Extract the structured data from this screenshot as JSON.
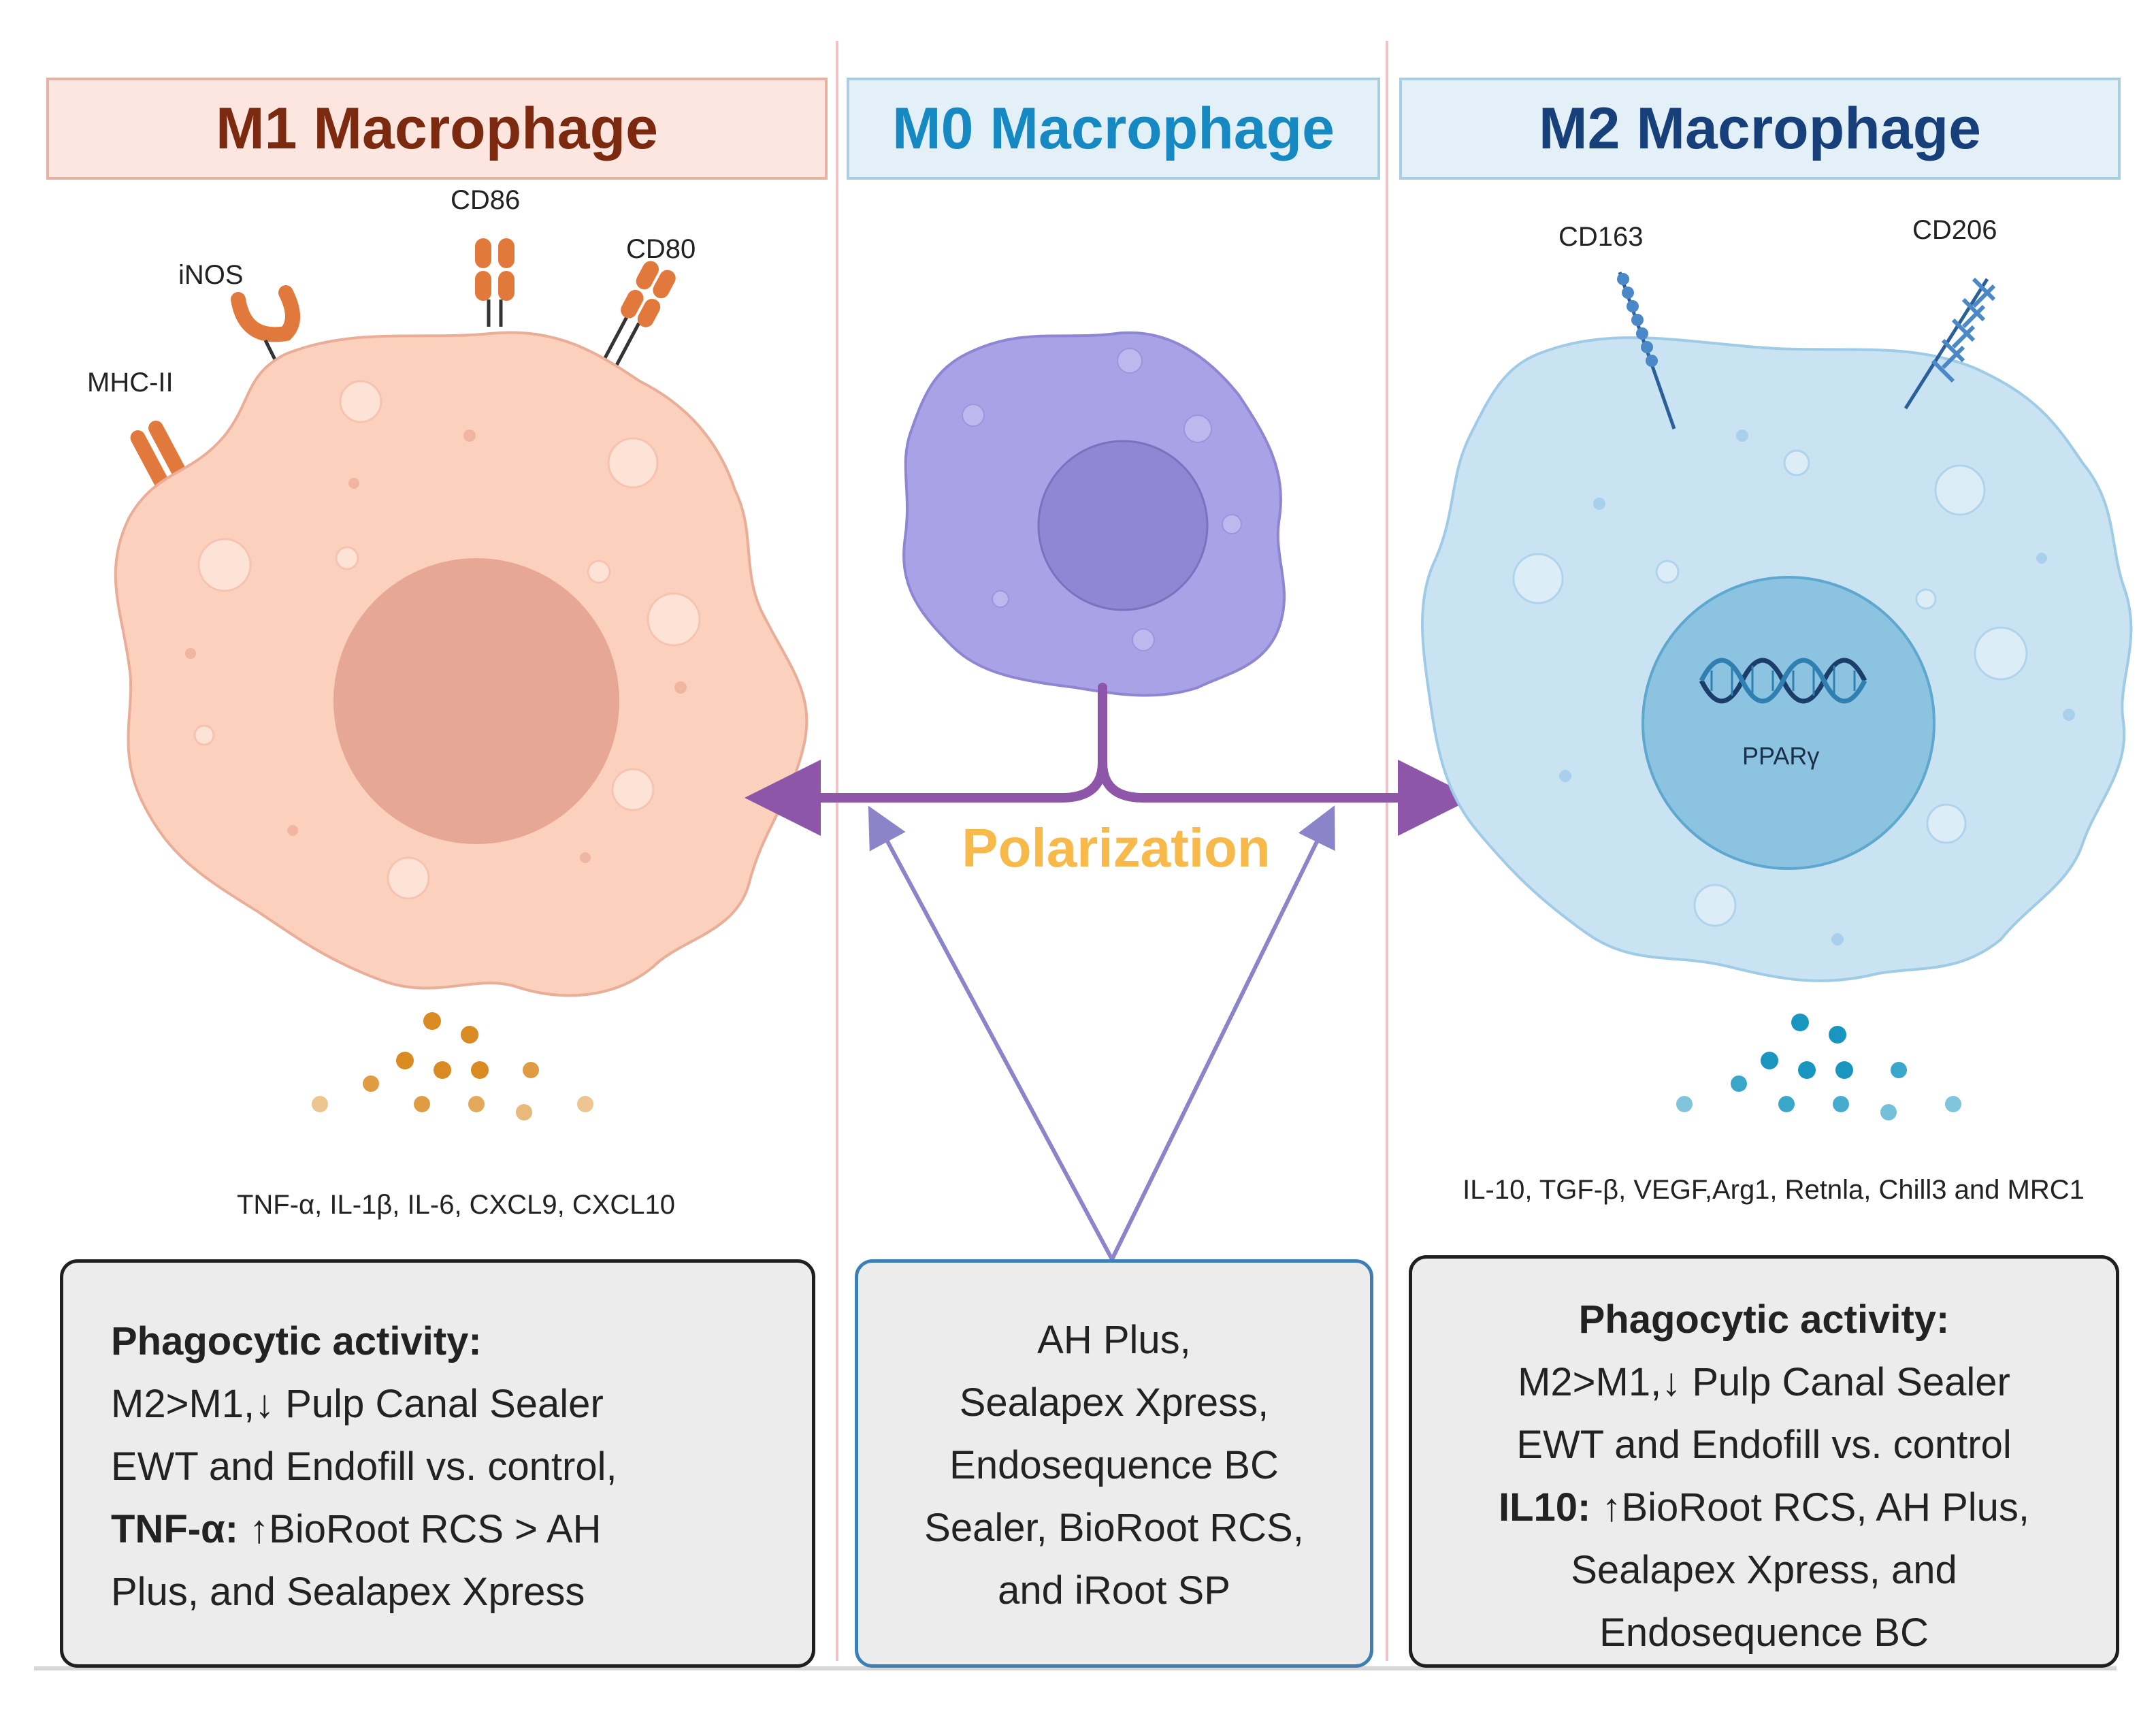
{
  "headers": {
    "m1": "M1 Macrophage",
    "m0": "M0 Macrophage",
    "m2": "M2 Macrophage"
  },
  "m1": {
    "markers": {
      "cd86": "CD86",
      "inos": "iNOS",
      "cd80": "CD80",
      "mhc2": "MHC-II"
    },
    "cytokines": "TNF-α, IL-1β, IL-6, CXCL9, CXCL10",
    "box": {
      "heading": "Phagocytic activity:",
      "line1": "M2>M1,↓ Pulp Canal Sealer",
      "line2": "EWT and Endofill vs. control,",
      "tnf_label": "TNF-α:",
      "tnf_text": " ↑BioRoot RCS  > AH",
      "line4": "Plus, and Sealapex Xpress"
    }
  },
  "m0": {
    "polarization": "Polarization",
    "box": {
      "line1": "AH Plus,",
      "line2": "Sealapex Xpress,",
      "line3": "Endosequence BC",
      "line4": "Sealer, BioRoot RCS,",
      "line5": "and iRoot SP"
    }
  },
  "m2": {
    "markers": {
      "cd163": "CD163",
      "cd206": "CD206"
    },
    "nucleus_label": "PPARγ",
    "cytokines": "IL-10, TGF-β, VEGF,Arg1, Retnla, Chill3 and MRC1",
    "box": {
      "heading": "Phagocytic activity:",
      "line1": "M2>M1,↓ Pulp Canal Sealer",
      "line2": "EWT and Endofill vs. control",
      "il10_label": "IL10:",
      "il10_text": " ↑BioRoot RCS, AH Plus,",
      "line4": "Sealapex Xpress, and",
      "line5": "Endosequence BC"
    }
  },
  "colors": {
    "m1_cell": "#fbd0bd",
    "m1_nucleus": "#e7a795",
    "m1_receptor": "#e2793c",
    "m0_cell": "#a9a2e6",
    "m0_nucleus": "#8f86d4",
    "m2_cell": "#c9e3f3",
    "m2_nucleus": "#8cc3e0",
    "polarization_arrow": "#8e56a8",
    "polarization_text": "#f6b94a"
  }
}
